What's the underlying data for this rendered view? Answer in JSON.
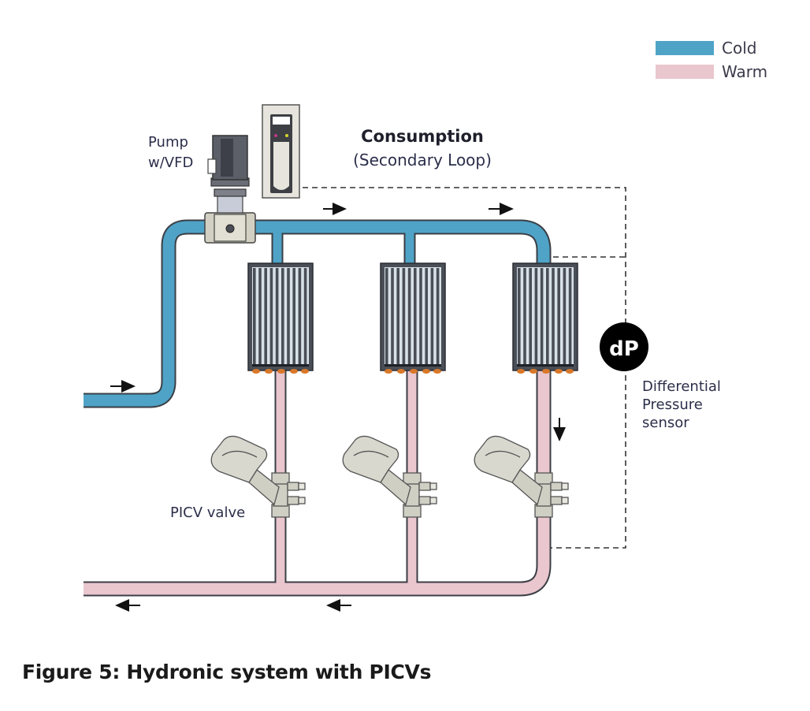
{
  "figure": {
    "caption_prefix": "Figure 5:",
    "caption_text": " Hydronic system with PICVs"
  },
  "legend": [
    {
      "label": "Cold",
      "color": "#4fa3c7"
    },
    {
      "label": "Warm",
      "color": "#eac6cf"
    }
  ],
  "labels": {
    "pump_line1": "Pump",
    "pump_line2": "w/VFD",
    "consumption_line1": "Consumption",
    "consumption_line2": "(Secondary Loop)",
    "sensor_symbol": "dP",
    "sensor_line1": "Differential",
    "sensor_line2": "Pressure",
    "sensor_line3": "sensor",
    "valve_label": "PICV valve"
  },
  "components": {
    "terminal_units": 3,
    "picv_valves": 3,
    "flow_arrows": [
      "right",
      "right",
      "right",
      "down",
      "left",
      "left"
    ]
  },
  "colors": {
    "cold_pipe": "#4fa3c7",
    "warm_pipe": "#eac6cf",
    "pipe_outline": "#3b3f45",
    "coil_dark": "#4a4f57",
    "coil_light": "#d8e0e8",
    "valve_body": "#cfcfc4",
    "sensor_fill": "#000000",
    "orange_fitting": "#d9782a"
  }
}
